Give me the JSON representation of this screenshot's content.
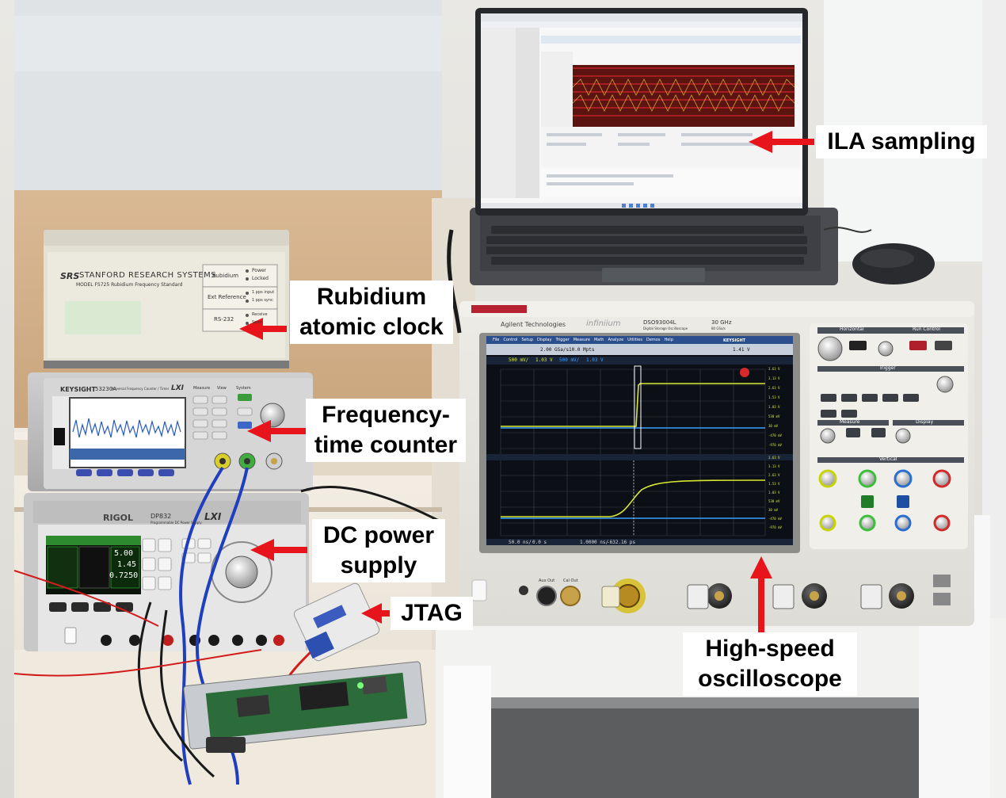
{
  "labels": {
    "ila": "ILA sampling",
    "rubidium": [
      "Rubidium",
      "atomic clock"
    ],
    "counter": [
      "Frequency-",
      "time counter"
    ],
    "power": [
      "DC power",
      "supply"
    ],
    "jtag": "JTAG",
    "scope": [
      "High-speed",
      "oscilloscope"
    ]
  },
  "devices": {
    "rubidium": {
      "brand": "STANFORD RESEARCH SYSTEMS",
      "logo": "SRS",
      "model": "MODEL FS725 Rubidium Frequency Standard",
      "panel_rubidium": "Rubidium",
      "panel_power": "Power",
      "panel_locked": "Locked",
      "panel_ext": "Ext Reference",
      "panel_1pps_in": "1 pps input",
      "panel_1pps_sync": "1 pps sync",
      "panel_rs232": "RS-232",
      "panel_receive": "Receive",
      "panel_send": "Send"
    },
    "counter": {
      "brand": "KEYSIGHT",
      "model": "53230A",
      "subtitle": "Universal Frequency Counter / Timer",
      "lxi": "LXI",
      "header_measure": "Measure",
      "header_view": "View",
      "header_system": "System"
    },
    "power": {
      "brand": "RIGOL",
      "model": "DP832",
      "subtitle": "Programmable DC Power Supply",
      "lxi": "LXI",
      "readout_1": "5.00",
      "readout_2": "1.45",
      "readout_3": "0.7250"
    },
    "scope": {
      "brand": "Agilent Technologies",
      "series": "infiniium",
      "model": "DSO93004L",
      "model_sub": "Digital Storage Oscilloscope",
      "bandwidth": "30 GHz",
      "bandwidth_sub": "80 GSa/s",
      "keysight_badge": "KEYSIGHT",
      "menu": [
        "File",
        "Control",
        "Setup",
        "Display",
        "Trigger",
        "Measure",
        "Math",
        "Analyze",
        "Utilities",
        "Demos",
        "Help"
      ],
      "sample_rate": "2.00 GSa/s",
      "memory": "10.0 Mpts",
      "trigger_level": "1.41 V",
      "ch1_scale": "500 mV/",
      "ch1_offset": "1.03 V",
      "ch2_scale": "500 mV/",
      "ch2_offset": "1.03 V",
      "timebase": "50.0 ns/",
      "delay": "0.0 s",
      "zoom": "1.0000 ns/",
      "zoom_pos": "-632.16 ps",
      "panel_horizontal": "Horizontal",
      "panel_run": "Run Control",
      "panel_trigger": "Trigger",
      "panel_measure": "Measure",
      "panel_display": "Display",
      "panel_vertical": "Vertical",
      "aux_out": "Aux Out",
      "cal_out": "Cal Out",
      "top_scale": [
        "3.63 V",
        "3.13 V",
        "2.63 V",
        "1.53 V",
        "1.03 V",
        "530 mV",
        "30 mV",
        "-470 mV",
        "-970 mV"
      ],
      "bottom_scale": [
        "3.63 V",
        "3.13 V",
        "2.63 V",
        "1.53 V",
        "1.03 V",
        "530 mV",
        "30 mV",
        "-470 mV",
        "-970 mV"
      ]
    }
  },
  "colors": {
    "arrow": "#e8141c",
    "label_bg": "#ffffff",
    "label_text": "#000000",
    "ch1_trace": "#d8e832",
    "ch2_trace": "#3aa0ff"
  }
}
